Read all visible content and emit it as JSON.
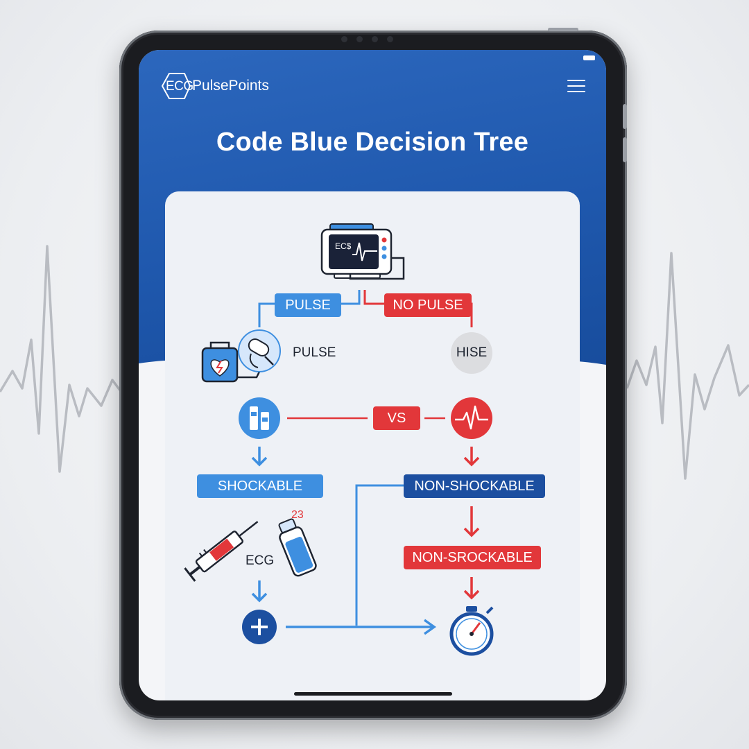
{
  "app": {
    "logo_abbrev": "ECG",
    "logo_name": "PulsePoints",
    "title": "Code Blue Decision Tree"
  },
  "tree": {
    "monitor_label": "EC$",
    "branch_pulse": "PULSE",
    "branch_no_pulse": "NO PULSE",
    "pulse_caption": "PULSE",
    "hise_label": "HISE",
    "vs_label": "VS",
    "shockable": "SHOCKABLE",
    "non_shockable": "NON-SHOCKABLE",
    "non_srockable": "NON-SROCKABLE",
    "ecg_caption": "ECG",
    "vial_numbers": "23"
  },
  "icons": [
    "ecg-monitor-icon",
    "aed-icon",
    "electrode-pad-icon",
    "medication-icon",
    "heartbeat-icon",
    "syringe-icon",
    "vial-icon",
    "plus-icon",
    "stopwatch-icon",
    "menu-icon"
  ],
  "colors": {
    "header_blue": "#1f58ad",
    "accent_blue": "#3e8fe0",
    "accent_red": "#e2373a",
    "navy": "#1c4fa0"
  }
}
